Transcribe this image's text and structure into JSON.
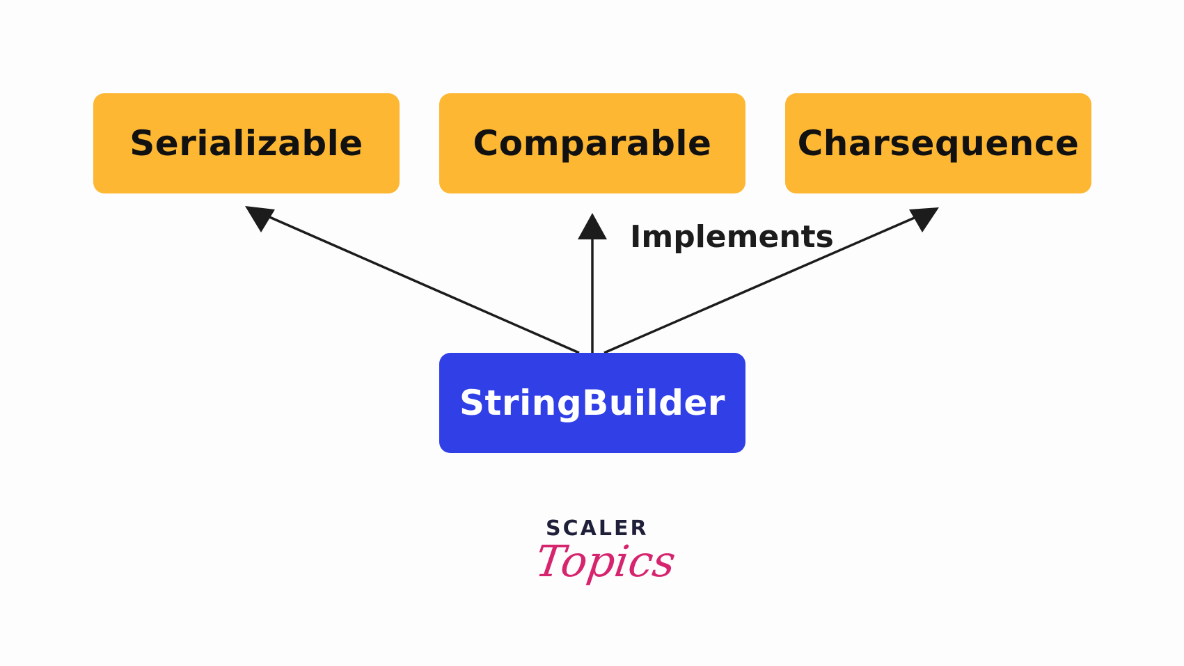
{
  "diagram": {
    "interfaces": [
      {
        "label": "Serializable"
      },
      {
        "label": "Comparable"
      },
      {
        "label": "Charsequence"
      }
    ],
    "class_node": {
      "label": "StringBuilder"
    },
    "edge_label": "Implements"
  },
  "logo": {
    "top_text": "SCALER",
    "bottom_text": "Topics"
  },
  "colors": {
    "interface_fill": "#fdb733",
    "interface_text": "#111111",
    "class_fill": "#303fe6",
    "class_text": "#ffffff",
    "arrow": "#1c1c1c",
    "logo_dark": "#1f1f3a",
    "logo_accent": "#d6246e"
  }
}
